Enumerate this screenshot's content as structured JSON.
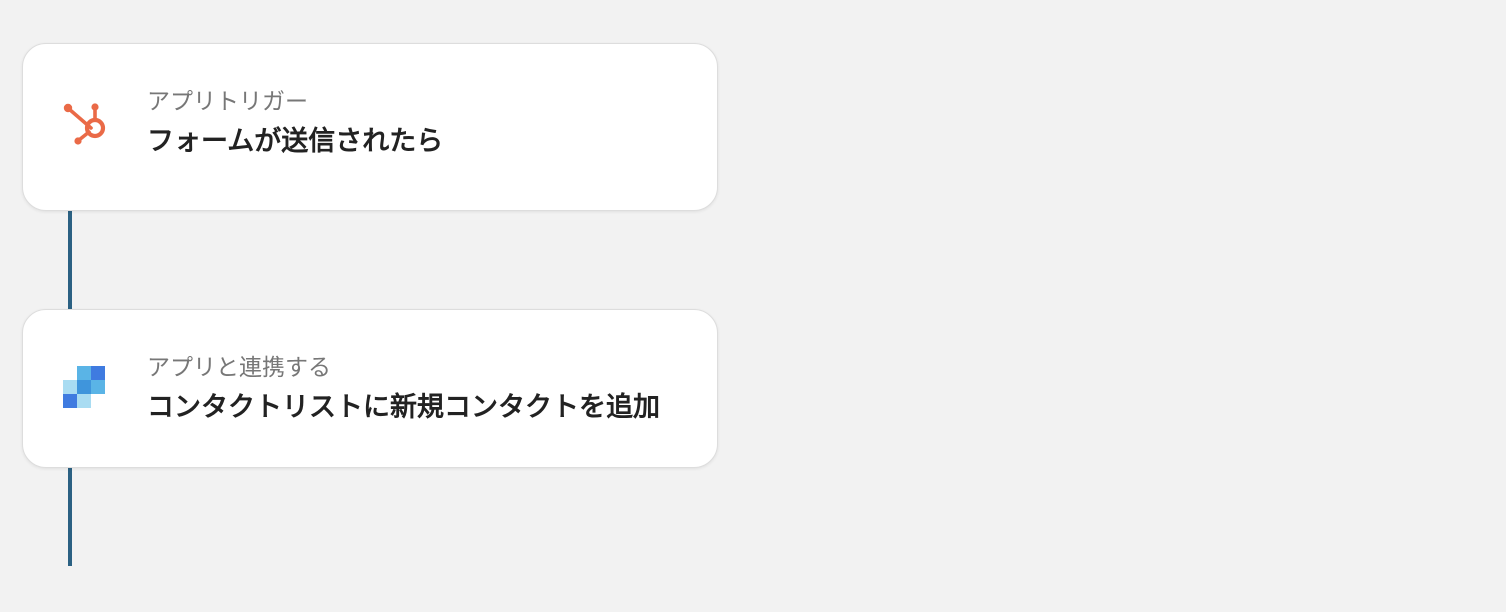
{
  "flow": {
    "steps": [
      {
        "label": "アプリトリガー",
        "title": "フォームが送信されたら",
        "icon": "hubspot-icon",
        "icon_color": "#ea6a47"
      },
      {
        "label": "アプリと連携する",
        "title": "コンタクトリストに新規コンタクトを追加",
        "icon": "app-squares-icon",
        "icon_colors": [
          "#3f7be0",
          "#5ab4e6",
          "#a9dcf2"
        ]
      }
    ],
    "connector_color": "#2b6183",
    "background": "#f2f2f2"
  }
}
